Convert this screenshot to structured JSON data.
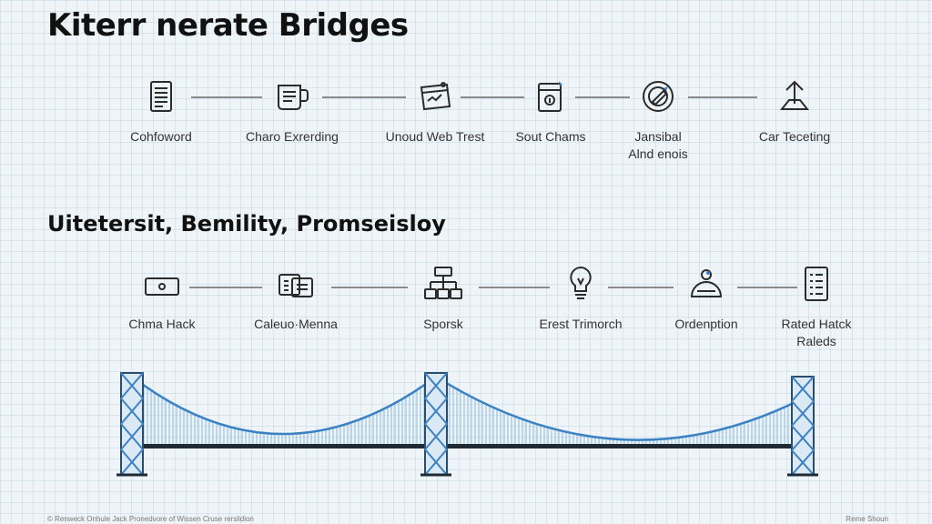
{
  "title": "Kiterr nerate Bridges",
  "subtitle": "Uitetersit, Bemility, Promseisloy",
  "row1": [
    {
      "label": "Cohfoword",
      "icon": "document-list-icon"
    },
    {
      "label": "Charo Exrerding",
      "icon": "mug-icon"
    },
    {
      "label": "Unoud Web Trest",
      "icon": "web-window-icon"
    },
    {
      "label": "Sout Chams",
      "icon": "device-badge-icon"
    },
    {
      "label": "Jansibal\nAlnd enois",
      "icon": "pencil-circle-icon"
    },
    {
      "label": "Car Teceting",
      "icon": "upload-arrow-icon"
    }
  ],
  "row2": [
    {
      "label": "Chma Hack",
      "icon": "monitor-icon"
    },
    {
      "label": "Caleuo·Menna",
      "icon": "file-cards-icon"
    },
    {
      "label": "Sporsk",
      "icon": "network-hub-icon"
    },
    {
      "label": "Erest Trimorch",
      "icon": "lightbulb-icon"
    },
    {
      "label": "Ordenption",
      "icon": "dome-console-icon"
    },
    {
      "label": "Rated Hatck\nRaleds",
      "icon": "clipboard-checklist-icon"
    }
  ],
  "footer": {
    "left": "© Renweck Onhule Jack Pronedvore of Wissen Cruse rerslidion",
    "right": "Reme Shoun"
  },
  "colors": {
    "bridge_blue": "#3b82c4",
    "tower_dark": "#2a4d6e",
    "deck": "#1f2a33",
    "icon_stroke": "#2b2b2b",
    "connector": "#8b8b8b"
  }
}
